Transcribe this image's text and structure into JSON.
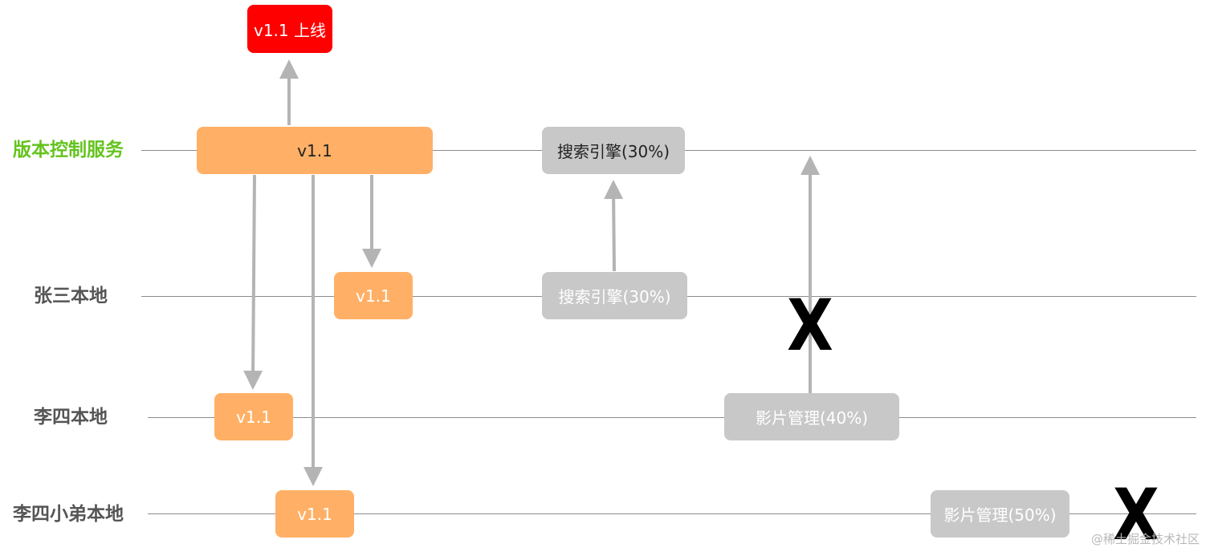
{
  "lanes": {
    "service": "版本控制服务",
    "zhangsan": "张三本地",
    "lisi": "李四本地",
    "lisi_brother": "李四小弟本地"
  },
  "boxes": {
    "release": "v1.1 上线",
    "service_version": "v1.1",
    "service_feature": "搜索引擎(30%)",
    "zhangsan_version": "v1.1",
    "zhangsan_feature": "搜索引擎(30%)",
    "lisi_version": "v1.1",
    "lisi_feature": "影片管理(40%)",
    "brother_version": "v1.1",
    "brother_feature": "影片管理(50%)"
  },
  "marks": {
    "blocked_1": "X",
    "blocked_2": "X"
  },
  "watermark": "@稀土掘金技术社区",
  "colors": {
    "service_label": "#64c31e",
    "orange_box": "#ffb066",
    "red_box": "#ff0000",
    "gray_box": "#c8c8c8",
    "arrow": "#b4b4b4"
  }
}
